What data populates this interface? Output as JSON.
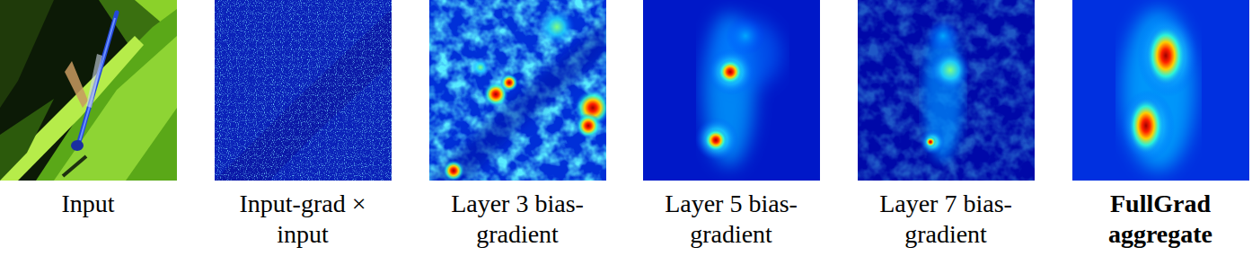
{
  "diagram": {
    "labels": [
      "Input",
      "Input-grad × input",
      "Layer 3 bias-gradient",
      "Layer 5 bias-gradient",
      "Layer 7 bias-gradient",
      "FullGrad aggregate"
    ]
  }
}
